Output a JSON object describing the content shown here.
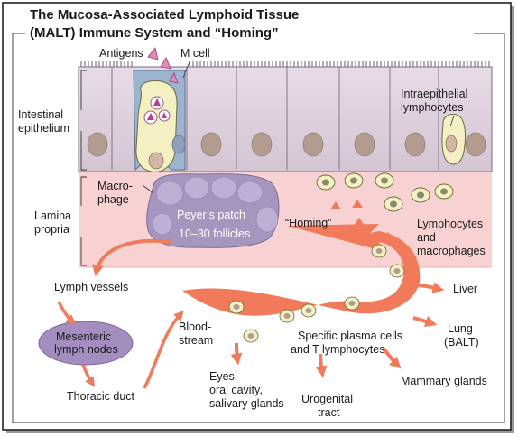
{
  "title": {
    "line1": "The Mucosa-Associated Lymphoid Tissue",
    "line2": "(MALT) Immune System and “Homing”"
  },
  "labels": {
    "antigens": "Antigens",
    "m_cell": "M cell",
    "intestinal": "Intestinal",
    "epithelium": "epithelium",
    "intraepithelial": "Intraepithelial",
    "intra_lymphocytes": "lymphocytes",
    "macrophage_1": "Macro-",
    "macrophage_2": "phage",
    "lamina": "Lamina",
    "propria": "propria",
    "peyers_patch": "Peyer’s patch",
    "follicles": "10–30 follicles",
    "homing": "“Homing”",
    "lymphocytes_1": "Lymphocytes",
    "lymphocytes_2": "and",
    "lymphocytes_3": "macrophages",
    "lymph_vessels": "Lymph vessels",
    "mesenteric_1": "Mesenteric",
    "mesenteric_2": "lymph nodes",
    "thoracic_duct": "Thoracic duct",
    "bloodstream_1": "Blood-",
    "bloodstream_2": "stream",
    "plasma_1": "Specific plasma cells",
    "plasma_2": "and T lymphocytes",
    "liver": "Liver",
    "lung_1": "Lung",
    "lung_2": "(BALT)",
    "mammary": "Mammary glands",
    "urogenital_1": "Urogenital",
    "urogenital_2": "tract",
    "eyes_1": "Eyes,",
    "eyes_2": "oral cavity,",
    "eyes_3": "salivary glands"
  },
  "colors": {
    "epithelium": "#ddd0dc",
    "epithelium_border": "#7a6a80",
    "nucleus": "#b39c8f",
    "lamina_propria": "#f8d2d2",
    "peyers_patch": "#a596bf",
    "follicle": "#bdb0d4",
    "mesenteric": "#a48ec0",
    "m_cell": "#9cb4d0",
    "arrow": "#f07a59",
    "arrow_dark": "#d85a3a",
    "cell_fill": "#f3f1c4",
    "frame": "#222222"
  }
}
